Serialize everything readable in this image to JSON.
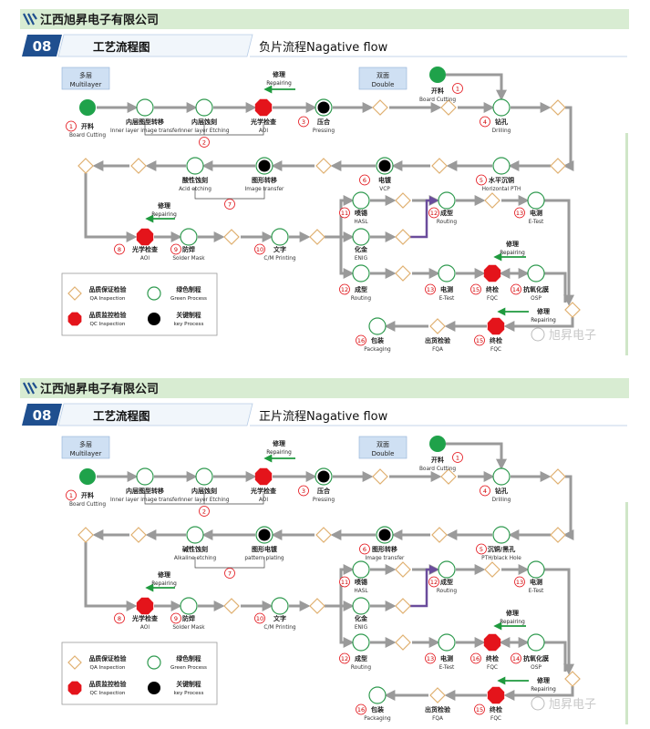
{
  "diagrams": [
    {
      "company": "江西旭昇电子有限公司",
      "section_number": "08",
      "section_title": "工艺流程图",
      "flow_title": "负片流程Nagative flow",
      "multilayer_cn": "多层",
      "multilayer_en": "Multilayer",
      "double_cn": "双面",
      "double_en": "Double",
      "watermark": "旭昇电子",
      "legend": {
        "qa_cn": "品质保证检验",
        "qa_en": "QA Inspection",
        "green_cn": "绿色制程",
        "green_en": "Green Process",
        "qc_cn": "品质监控检验",
        "qc_en": "QC Inspection",
        "key_cn": "关键制程",
        "key_en": "key Process"
      },
      "steps": {
        "s1": {
          "num": "1",
          "cn": "开料",
          "en": "Board Cutting"
        },
        "s1i": {
          "cn": "内层图型转移",
          "en": "Inner layer image  transfer"
        },
        "s1e": {
          "cn": "内层蚀刻",
          "en": "Inner layer Etching"
        },
        "s1a": {
          "cn": "光学检查",
          "en": "AOI"
        },
        "s1r": {
          "cn": "修理",
          "en": "Repairing"
        },
        "s2": {
          "num": "2"
        },
        "s3": {
          "num": "3",
          "cn": "压合",
          "en": "Pressing"
        },
        "dbl": {
          "num": "1",
          "cn": "开料",
          "en": "Board Cutting"
        },
        "s4": {
          "num": "4",
          "cn": "钻孔",
          "en": "Drilling"
        },
        "s5": {
          "num": "5",
          "cn": "水平沉铜",
          "en": "Horizontal PTH"
        },
        "s6": {
          "num": "6",
          "cn": "电镀",
          "en": "VCP"
        },
        "s7t": {
          "cn": "图形转移",
          "en": "Image transfer"
        },
        "s7e": {
          "cn": "酸性蚀刻",
          "en": "Acid etching"
        },
        "s7": {
          "num": "7"
        },
        "s8r": {
          "cn": "修理",
          "en": "Repairing"
        },
        "s8": {
          "num": "8",
          "cn": "光学检查",
          "en": "AOI"
        },
        "s9": {
          "num": "9",
          "cn": "防焊",
          "en": "Solder Mask"
        },
        "s10": {
          "num": "10",
          "cn": "文字",
          "en": "C/M Printing"
        },
        "s11": {
          "num": "11",
          "cn": "喷锡",
          "en": "HASL"
        },
        "enig": {
          "cn": "化金",
          "en": "ENIG"
        },
        "s12a": {
          "num": "12",
          "cn": "成型",
          "en": "Routing"
        },
        "s13a": {
          "num": "13",
          "cn": "电测",
          "en": "E-Test"
        },
        "s12b": {
          "num": "12",
          "cn": "成型",
          "en": "Routing"
        },
        "s13b": {
          "num": "13",
          "cn": "电测",
          "en": "E-Test"
        },
        "s15a": {
          "num": "15",
          "cn": "终检",
          "en": "FQC"
        },
        "s15ar": {
          "cn": "修理",
          "en": "Repairing"
        },
        "s14": {
          "num": "14",
          "cn": "抗氧化膜",
          "en": "OSP"
        },
        "s15b": {
          "num": "15",
          "cn": "终检",
          "en": "FQC"
        },
        "s15br": {
          "cn": "修理",
          "en": "Repairing"
        },
        "fqa": {
          "cn": "出货检验",
          "en": "FQA"
        },
        "s16": {
          "num": "16",
          "cn": "包装",
          "en": "Packaging"
        }
      }
    },
    {
      "company": "江西旭昇电子有限公司",
      "section_number": "08",
      "section_title": "工艺流程图",
      "flow_title": "正片流程Nagative flow",
      "multilayer_cn": "多层",
      "multilayer_en": "Multilayer",
      "double_cn": "双面",
      "double_en": "Double",
      "watermark": "旭昇电子",
      "legend": {
        "qa_cn": "品质保证检验",
        "qa_en": "QA Inspection",
        "green_cn": "绿色制程",
        "green_en": "Green Process",
        "qc_cn": "品质监控检验",
        "qc_en": "QC Inspection",
        "key_cn": "关键制程",
        "key_en": "key Process"
      },
      "steps": {
        "s1": {
          "num": "1",
          "cn": "开料",
          "en": "Board Cutting"
        },
        "s1i": {
          "cn": "内层图型转移",
          "en": "Inner layer image  transfer"
        },
        "s1e": {
          "cn": "内层蚀刻",
          "en": "Inner layer Etching"
        },
        "s1a": {
          "cn": "光学检查",
          "en": "AOI"
        },
        "s1r": {
          "cn": "修理",
          "en": "Repairing"
        },
        "s2": {
          "num": "2"
        },
        "s3": {
          "num": "3",
          "cn": "压合",
          "en": "Pressing"
        },
        "dbl": {
          "num": "1",
          "cn": "开料",
          "en": "Board Cutting"
        },
        "s4": {
          "num": "4",
          "cn": "钻孔",
          "en": "Drilling"
        },
        "s5": {
          "num": "5",
          "cn": "沉铜/黑孔",
          "en": "PTH/black Hole"
        },
        "s6": {
          "num": "6",
          "cn": "图形转移",
          "en": "Image transfer"
        },
        "s7t": {
          "cn": "图形电镀",
          "en": "pattern plating"
        },
        "s7e": {
          "cn": "碱性蚀刻",
          "en": "Alkaline etching"
        },
        "s7": {
          "num": "7"
        },
        "s8r": {
          "cn": "修理",
          "en": "Repairing"
        },
        "s8": {
          "num": "8",
          "cn": "光学检查",
          "en": "AOI"
        },
        "s9": {
          "num": "9",
          "cn": "防焊",
          "en": "Solder Mask"
        },
        "s10": {
          "num": "10",
          "cn": "文字",
          "en": "C/M Printing"
        },
        "s11": {
          "num": "11",
          "cn": "喷锡",
          "en": "HASL"
        },
        "enig": {
          "cn": "化金",
          "en": "ENIG"
        },
        "s12a": {
          "num": "12",
          "cn": "成型",
          "en": "Routing"
        },
        "s13a": {
          "num": "13",
          "cn": "电测",
          "en": "E-Test"
        },
        "s12b": {
          "num": "12",
          "cn": "成型",
          "en": "Routing"
        },
        "s13b": {
          "num": "13",
          "cn": "电测",
          "en": "E-Test"
        },
        "s15a": {
          "num": "16",
          "cn": "终检",
          "en": "FQC"
        },
        "s15ar": {
          "cn": "修理",
          "en": "Repairing"
        },
        "s14": {
          "num": "14",
          "cn": "抗氧化膜",
          "en": "OSP"
        },
        "s15b": {
          "num": "15",
          "cn": "终检",
          "en": "FQC"
        },
        "s15br": {
          "cn": "修理",
          "en": "Repairing"
        },
        "fqa": {
          "cn": "出货检验",
          "en": "FQA"
        },
        "s16": {
          "num": "16",
          "cn": "包装",
          "en": "Packaging"
        }
      }
    }
  ],
  "colors": {
    "header_band": "#d8ecd2",
    "section_blue": "#1f4f8f",
    "green_node": "#1fa24a",
    "green_stroke": "#2f9a4f",
    "red_node": "#e4141b",
    "qa_stroke": "#e0b070",
    "arrow": "#9a9a9a",
    "branch": "#6a4c9c"
  }
}
